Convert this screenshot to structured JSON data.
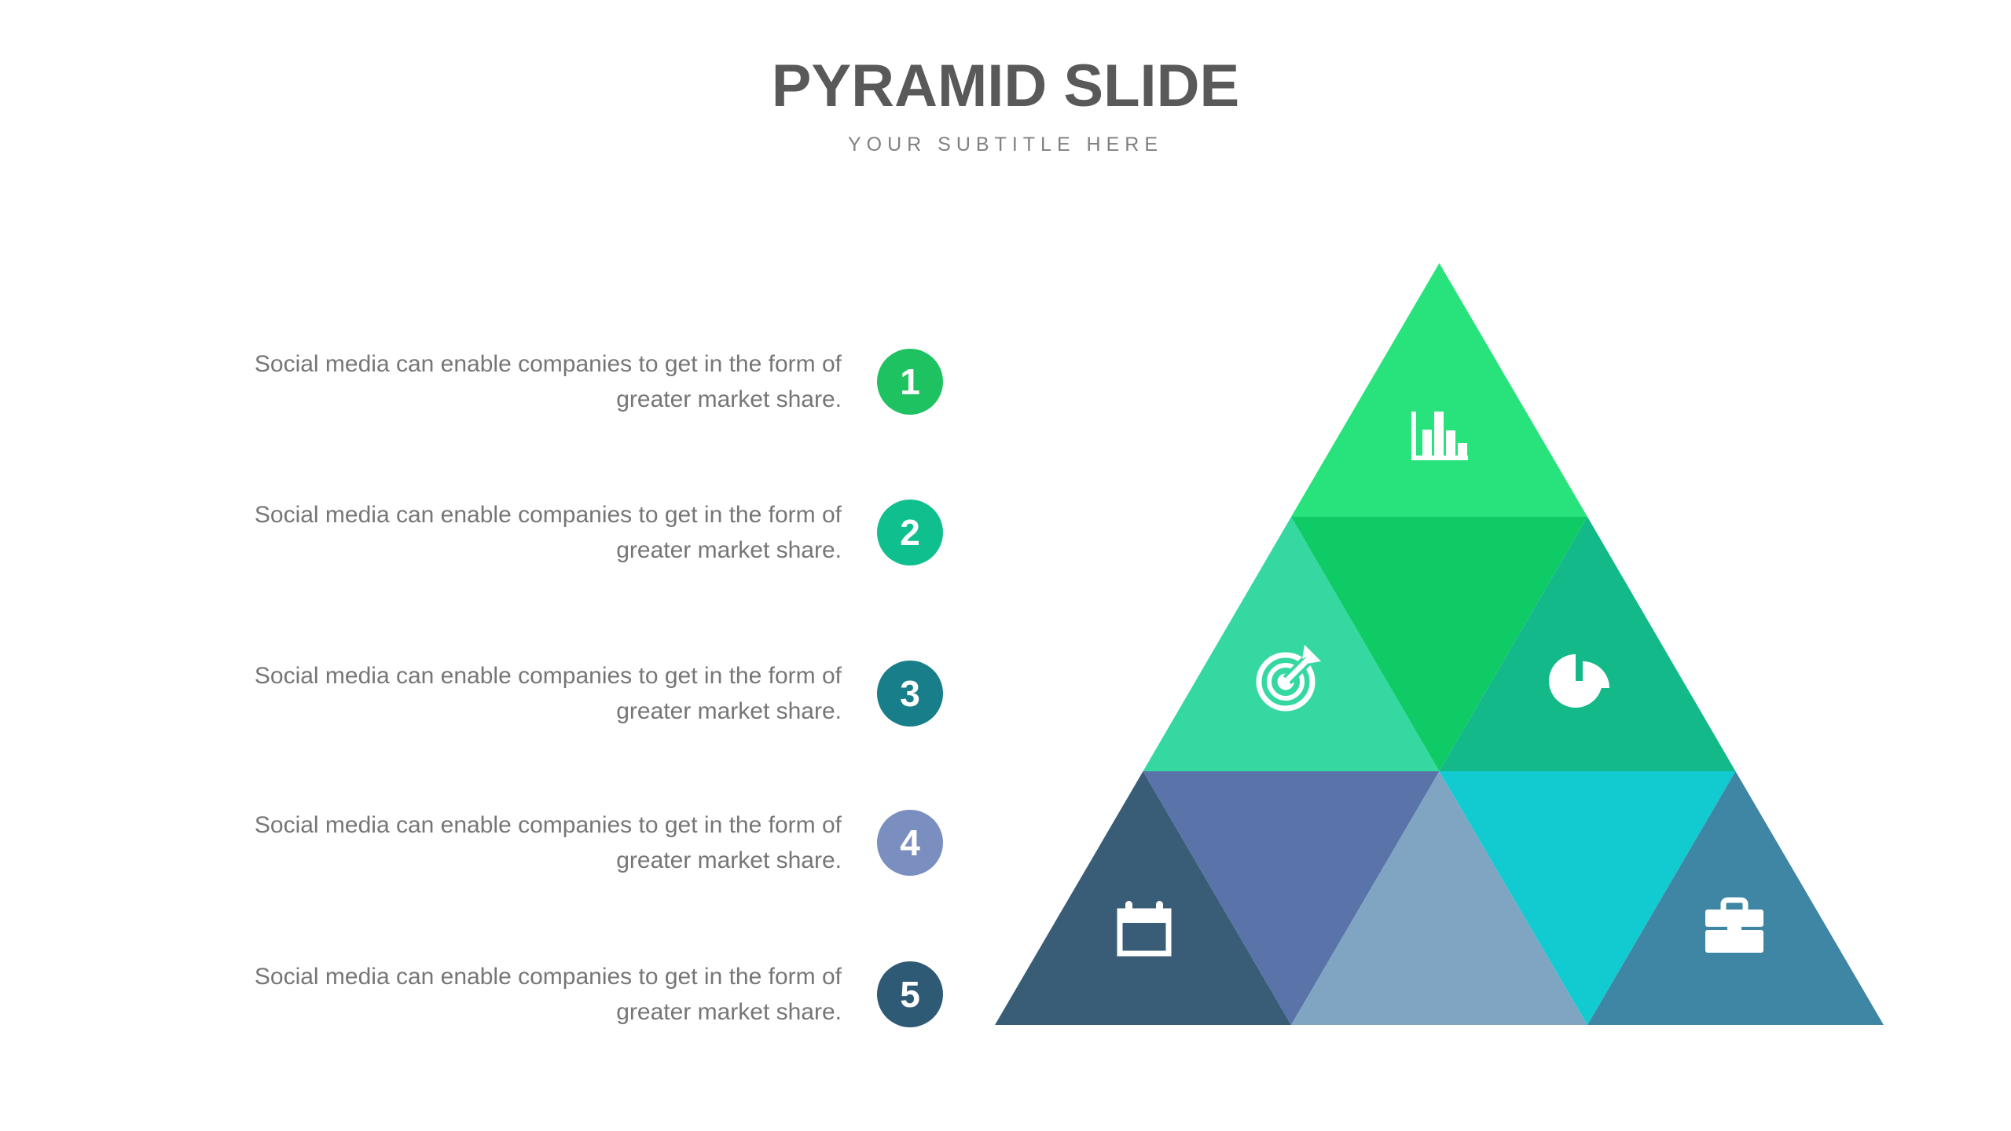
{
  "slide": {
    "title": "PYRAMID SLIDE",
    "subtitle": "YOUR SUBTITLE HERE",
    "background_color": "#ffffff",
    "title_color": "#595959",
    "subtitle_color": "#808080",
    "body_text_color": "#767679",
    "badge_text_color": "#ffffff"
  },
  "items": [
    {
      "number": "1",
      "text": "Social media can enable companies to get in the form of greater market share.",
      "circle_color": "#1FC261"
    },
    {
      "number": "2",
      "text": "Social media can enable companies to get in the form of greater market share.",
      "circle_color": "#10BF8E"
    },
    {
      "number": "3",
      "text": "Social media can enable companies to get in the form of greater market share.",
      "circle_color": "#177E8A"
    },
    {
      "number": "4",
      "text": "Social media can enable companies to get in the form of greater market share.",
      "circle_color": "#7A8EC0"
    },
    {
      "number": "5",
      "text": "Social media can enable companies to get in the form of greater market share.",
      "circle_color": "#2E5A76"
    }
  ],
  "pyramid": {
    "icon_color": "#ffffff",
    "segments": [
      {
        "id": "top",
        "orientation": "up",
        "color": "#28E37B",
        "icon": "bar-chart-icon"
      },
      {
        "id": "row2-left",
        "orientation": "up",
        "color": "#35D8A1",
        "icon": "target-icon"
      },
      {
        "id": "row2-middle",
        "orientation": "down",
        "color": "#0FCB66",
        "icon": null
      },
      {
        "id": "row2-right",
        "orientation": "up",
        "color": "#14B989",
        "icon": "pie-chart-icon"
      },
      {
        "id": "row3-left",
        "orientation": "up",
        "color": "#3A5D77",
        "icon": "calendar-icon"
      },
      {
        "id": "row3-inverted-left",
        "orientation": "down",
        "color": "#5A73A8",
        "icon": null
      },
      {
        "id": "row3-middle",
        "orientation": "up",
        "color": "#7FA5C2",
        "icon": null
      },
      {
        "id": "row3-inverted-right",
        "orientation": "down",
        "color": "#12CBD1",
        "icon": null
      },
      {
        "id": "row3-right",
        "orientation": "up",
        "color": "#3E86A3",
        "icon": "briefcase-icon"
      }
    ]
  }
}
